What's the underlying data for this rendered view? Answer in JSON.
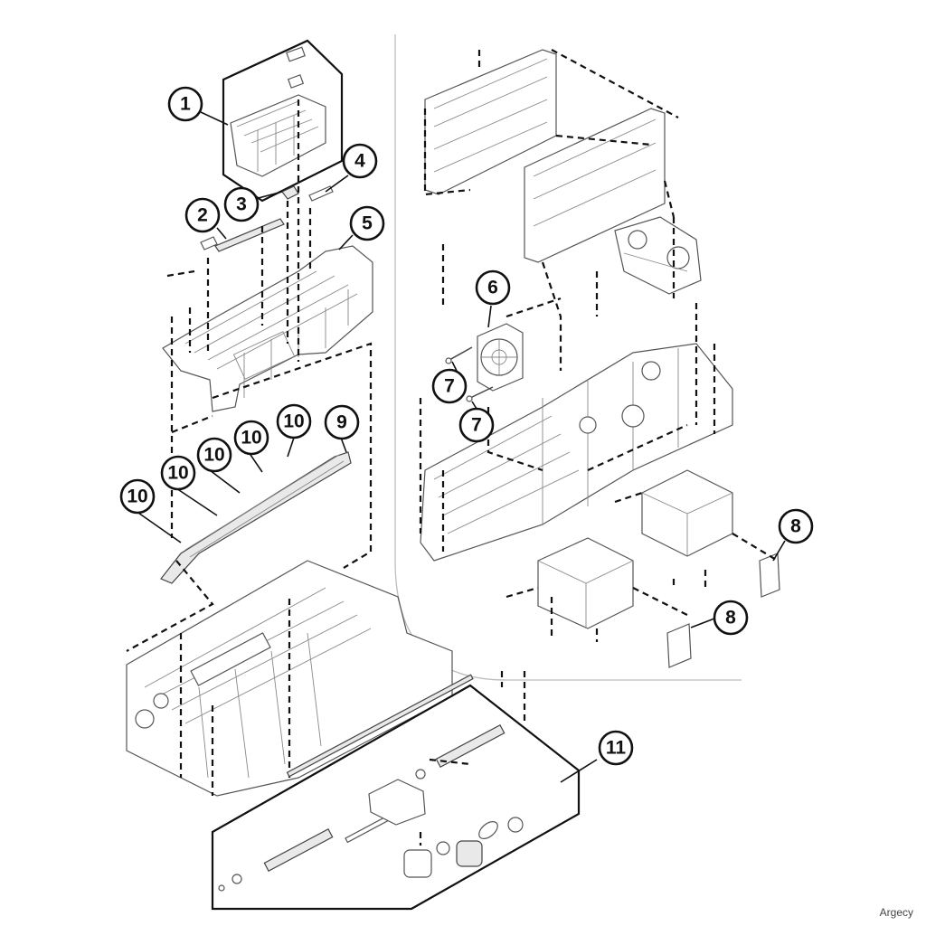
{
  "callouts": [
    {
      "id": "c1",
      "label": "1"
    },
    {
      "id": "c2",
      "label": "2"
    },
    {
      "id": "c3",
      "label": "3"
    },
    {
      "id": "c4",
      "label": "4"
    },
    {
      "id": "c5",
      "label": "5"
    },
    {
      "id": "c6",
      "label": "6"
    },
    {
      "id": "c7a",
      "label": "7"
    },
    {
      "id": "c7b",
      "label": "7"
    },
    {
      "id": "c8a",
      "label": "8"
    },
    {
      "id": "c8b",
      "label": "8"
    },
    {
      "id": "c9",
      "label": "9"
    },
    {
      "id": "c10a",
      "label": "10"
    },
    {
      "id": "c10b",
      "label": "10"
    },
    {
      "id": "c10c",
      "label": "10"
    },
    {
      "id": "c10d",
      "label": "10"
    },
    {
      "id": "c10e",
      "label": "10"
    },
    {
      "id": "c11",
      "label": "11"
    }
  ],
  "watermark": "Argecy",
  "colors": {
    "ink": "#111111",
    "part_stroke": "#555555",
    "panel": "#bdbdbd"
  }
}
